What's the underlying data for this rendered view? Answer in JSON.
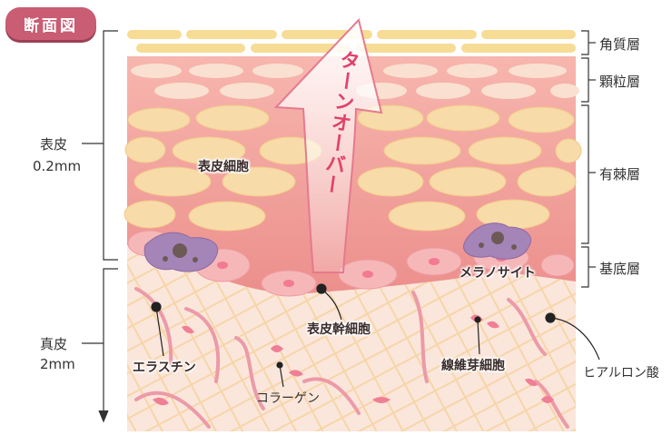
{
  "badge": "断面図",
  "layers": {
    "stratum_corneum": "角質層",
    "granular": "顆粒層",
    "spinous": "有棘層",
    "basal": "基底層"
  },
  "epidermis": {
    "name": "表皮",
    "thickness": "0.2mm"
  },
  "dermis": {
    "name": "真皮",
    "thickness": "2mm"
  },
  "turnover": "ターンオーバー",
  "cells": {
    "epidermal_cell": "表皮細胞",
    "melanocyte": "メラノサイト",
    "epidermal_stem_cell": "表皮幹細胞",
    "elastin": "エラスチン",
    "collagen": "コラーゲン",
    "fibroblast": "線維芽細胞",
    "hyaluronic_acid": "ヒアルロン酸"
  },
  "colors": {
    "badge": "#c95d73",
    "corneum": "#f7dc96",
    "epidermis": "#f2a29a",
    "cell": "#f7dba8",
    "dermis": "#fbe6dc",
    "fiber": "#e8879a",
    "arrow": "#e0426a"
  }
}
